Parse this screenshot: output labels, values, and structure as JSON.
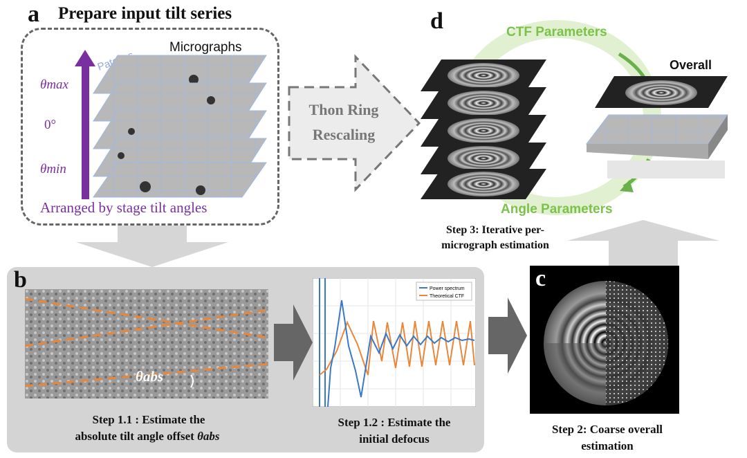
{
  "panel_a": {
    "letter": "a",
    "title": "Prepare input tilt series",
    "micrographs_label": "Micrographs",
    "patches_label": "Patches",
    "theta_max": "θmax",
    "zero_label": "0°",
    "theta_min": "θmin",
    "arranged_label": "Arranged by stage tilt angles"
  },
  "arrow_a_d": {
    "line1": "Thon Ring",
    "line2": "Rescaling"
  },
  "panel_d": {
    "letter": "d",
    "ctf_params": "CTF Parameters",
    "overall": "Overall",
    "angle_params": "Angle Parameters",
    "step3_line1": "Step 3: Iterative per-",
    "step3_line2": "micrograph estimation"
  },
  "panel_b": {
    "letter": "b",
    "theta_abs": "θabs",
    "step11_line1": "Step 1.1 : Estimate the",
    "step11_line2": "absolute tilt angle offset",
    "step11_symbol": "θabs",
    "step12_line1": "Step 1.2 : Estimate the",
    "step12_line2": "initial defocus",
    "legend": [
      "Power spectrum",
      "Theoretical CTF"
    ]
  },
  "panel_c": {
    "letter": "c",
    "step2_line1": "Step 2: Coarse overall",
    "step2_line2": "estimation"
  },
  "colors": {
    "purple": "#7a2fa0",
    "green": "#7cc24a",
    "orange": "#e8873a",
    "blue": "#3a77c8",
    "gray_panel": "#d4d4d4"
  }
}
